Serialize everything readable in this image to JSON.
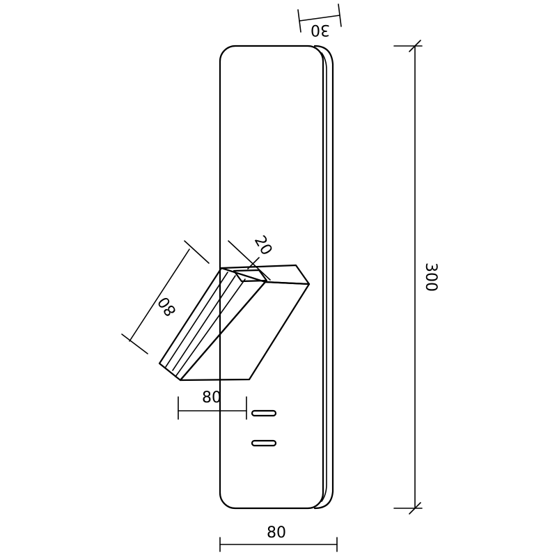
{
  "dimensions": {
    "depth_label": "30",
    "height_label": "300",
    "plate_width_label": "80",
    "head_width_label": "80",
    "head_depth_label": "80",
    "slot_label": "20"
  },
  "colors": {
    "stroke": "#000000",
    "background": "#ffffff"
  }
}
